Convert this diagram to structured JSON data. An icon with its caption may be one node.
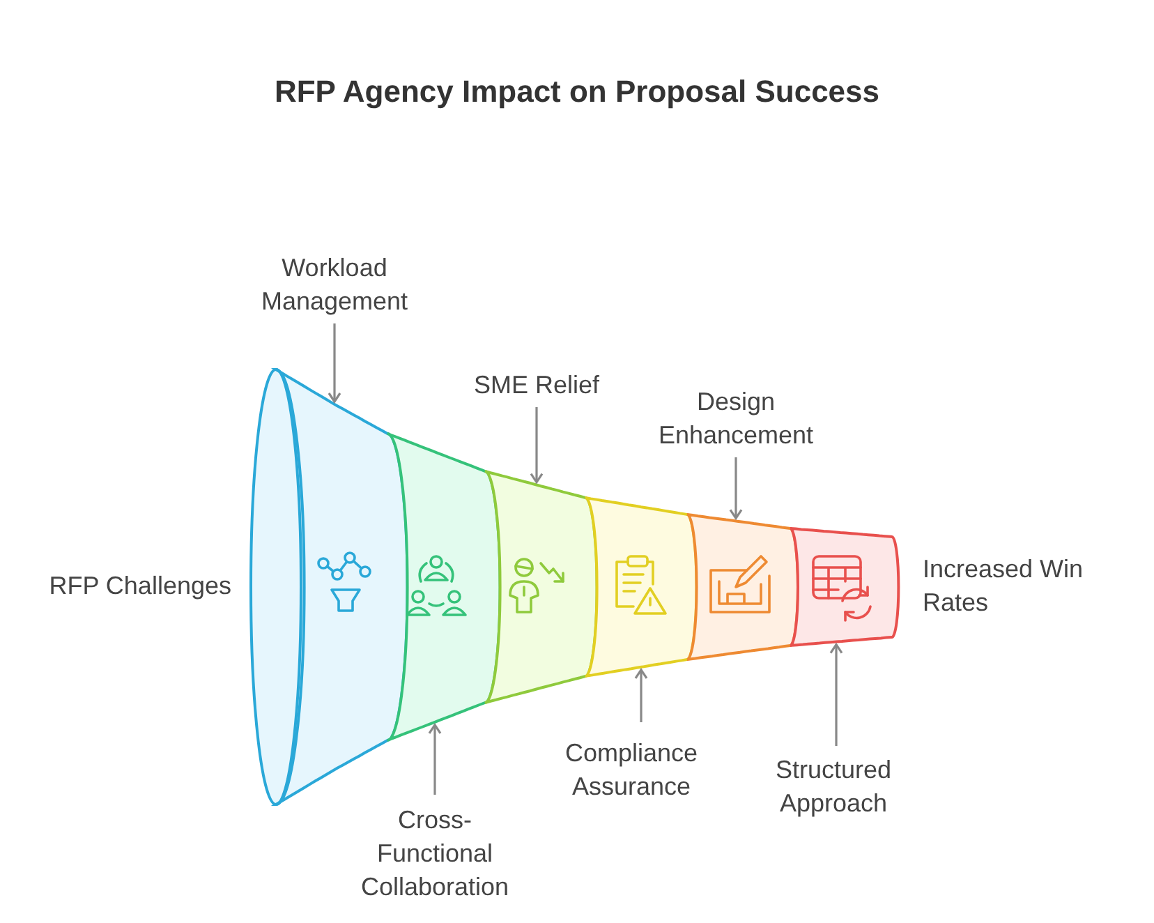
{
  "diagram": {
    "title": "RFP Agency Impact on Proposal Success",
    "nodes": [
      {
        "text": [],
        "shape": "band"
      },
      {
        "text": [],
        "shape": "band"
      },
      {
        "text": [],
        "shape": "band"
      },
      {
        "text": [],
        "shape": "band"
      },
      {
        "text": [],
        "shape": "band"
      },
      {
        "text": [],
        "shape": "band"
      },
      {
        "text": [
          "Workload Management"
        ]
      },
      {
        "text": [
          "SME Relief"
        ]
      },
      {
        "text": [
          "Design Enhancement"
        ]
      },
      {
        "text": [
          "Cross-Functional Collaboration"
        ]
      },
      {
        "text": [
          "Compliance Assurance"
        ]
      },
      {
        "text": [
          "Structured Approach"
        ]
      }
    ],
    "edges": [
      {
        "from": 6,
        "to": 0,
        "arrow": "to"
      },
      {
        "from": 7,
        "to": 2,
        "arrow": "to"
      },
      {
        "from": 8,
        "to": 4,
        "arrow": "to"
      },
      {
        "from": 9,
        "to": 1,
        "arrow": "to"
      },
      {
        "from": 10,
        "to": 3,
        "arrow": "to"
      },
      {
        "from": 11,
        "to": 5,
        "arrow": "to"
      }
    ],
    "labels": [
      "RFP Challenges",
      "Increased Win Rates"
    ]
  }
}
